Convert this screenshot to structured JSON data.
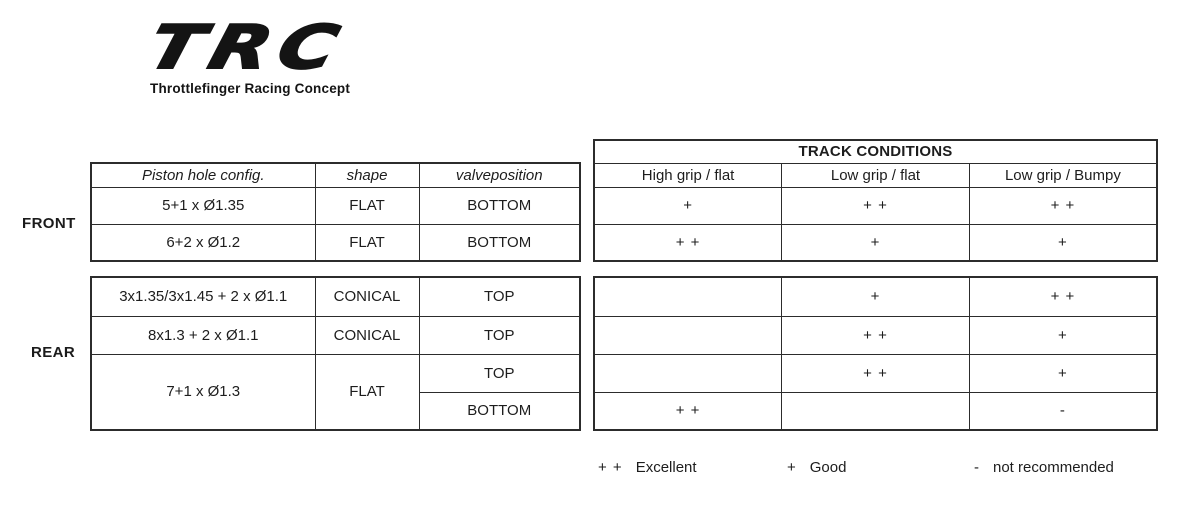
{
  "logo": {
    "acronym": "TRC",
    "tagline": "Throttlefinger Racing Concept"
  },
  "config_headers": {
    "piston": "Piston hole config.",
    "shape": "shape",
    "valve": "valveposition"
  },
  "track_conditions": {
    "title": "TRACK CONDITIONS",
    "columns": [
      "High grip / flat",
      "Low grip / flat",
      "Low grip / Bumpy"
    ]
  },
  "front": {
    "label": "FRONT",
    "rows": [
      {
        "piston": "5+1 x Ø1.35",
        "shape": "FLAT",
        "valve": "BOTTOM",
        "ratings": [
          "+",
          "+ +",
          "+ +"
        ]
      },
      {
        "piston": "6+2 x Ø1.2",
        "shape": "FLAT",
        "valve": "BOTTOM",
        "ratings": [
          "+ +",
          "+",
          "+"
        ]
      }
    ]
  },
  "rear": {
    "label": "REAR",
    "rows": [
      {
        "piston": "3x1.35/3x1.45 + 2 x Ø1.1",
        "shape": "CONICAL",
        "valve": "TOP",
        "ratings": [
          "",
          "+",
          "+ +"
        ]
      },
      {
        "piston": "8x1.3 + 2 x Ø1.1",
        "shape": "CONICAL",
        "valve": "TOP",
        "ratings": [
          "",
          "+ +",
          "+"
        ]
      },
      {
        "piston": "7+1 x Ø1.3",
        "shape": "FLAT",
        "valve": "TOP",
        "ratings": [
          "",
          "+ +",
          "+"
        ]
      },
      {
        "piston": "",
        "shape": "",
        "valve": "BOTTOM",
        "ratings": [
          "+ +",
          "",
          "-"
        ]
      }
    ]
  },
  "legend": {
    "items": [
      {
        "symbol": "+ +",
        "label": "Excellent"
      },
      {
        "symbol": "+",
        "label": "Good"
      },
      {
        "symbol": "-",
        "label": "not recommended"
      }
    ]
  },
  "colors": {
    "ink": "#141414",
    "table_border": "#2c2c2c",
    "background": "#ffffff"
  }
}
